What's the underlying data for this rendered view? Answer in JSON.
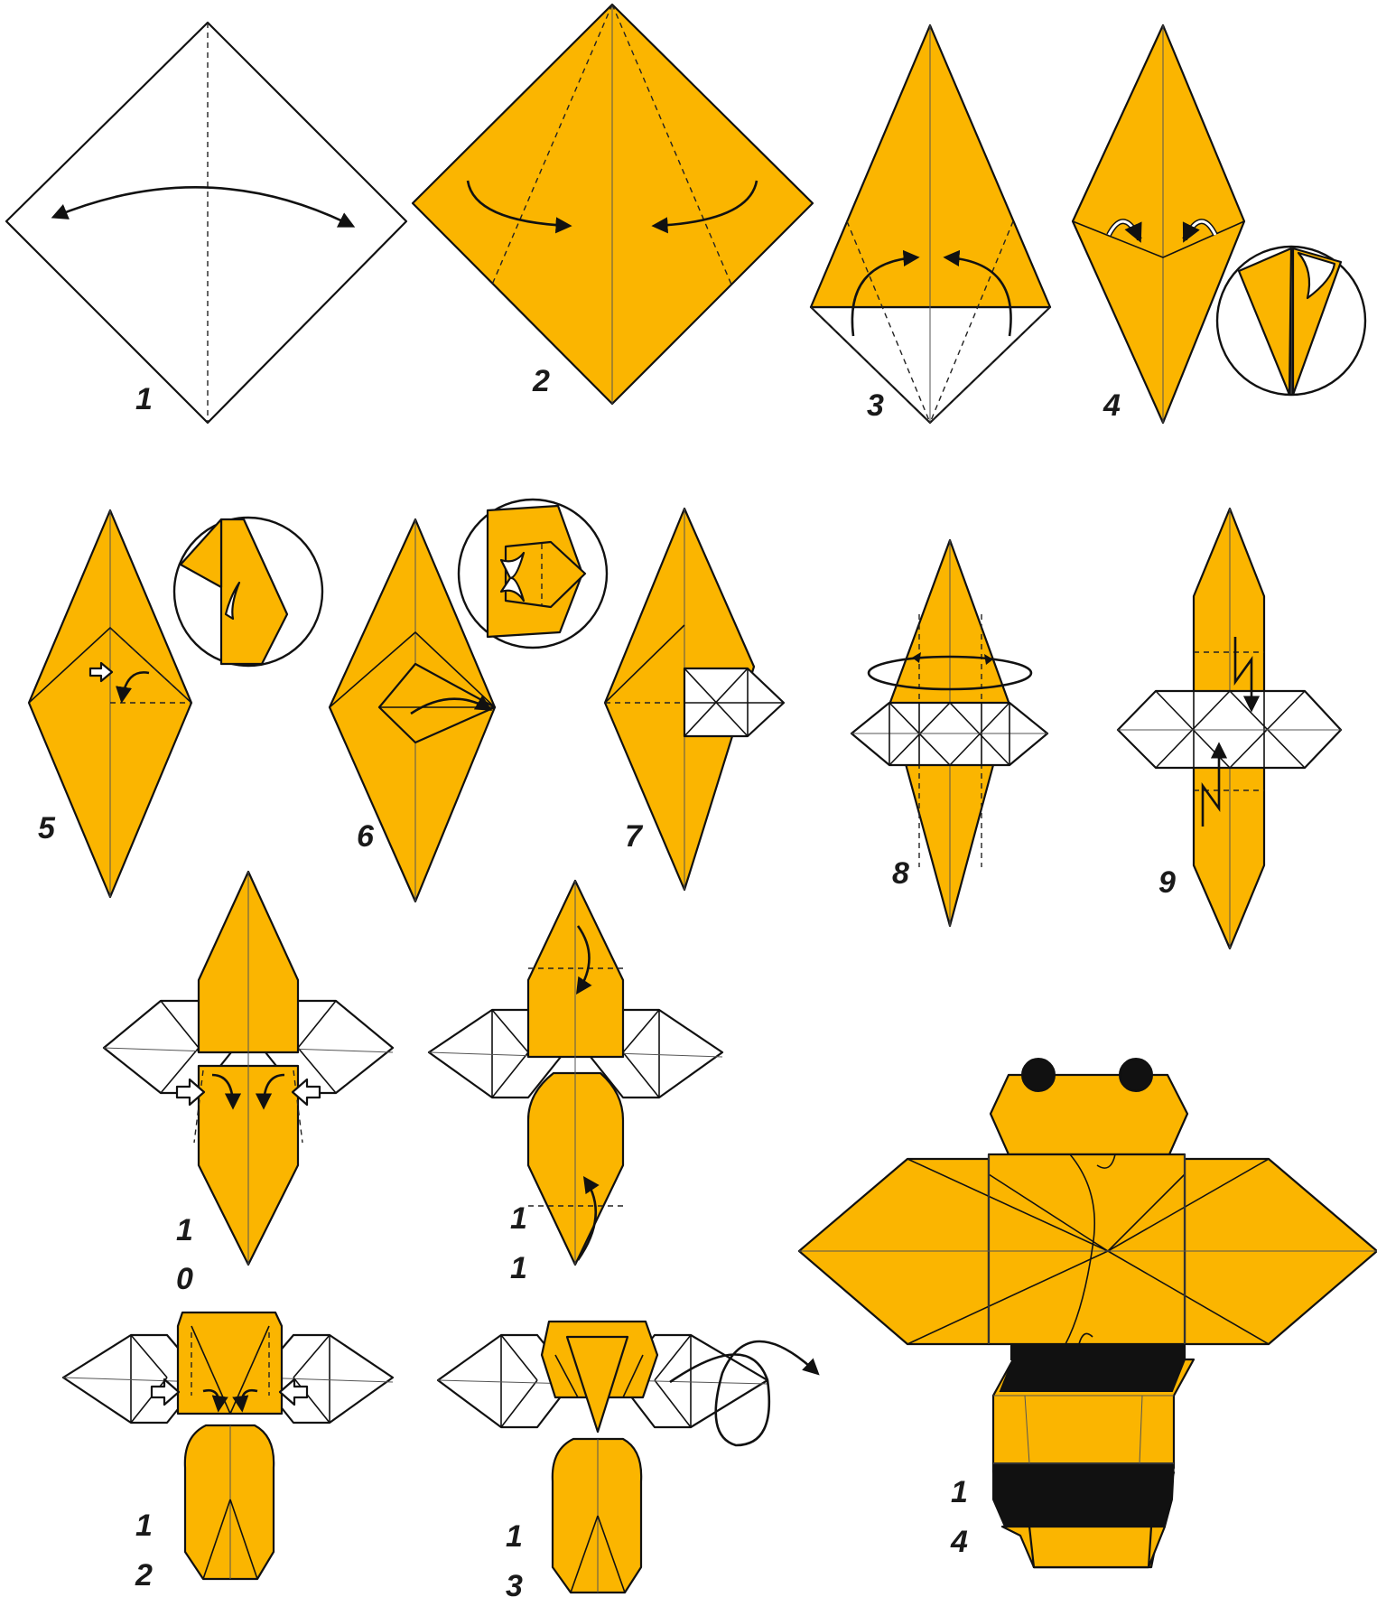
{
  "colors": {
    "paper": "#FBB500",
    "back": "#ffffff",
    "ink": "#111111"
  },
  "steps": [
    {
      "id": "step-1",
      "label": "1"
    },
    {
      "id": "step-2",
      "label": "2"
    },
    {
      "id": "step-3",
      "label": "3"
    },
    {
      "id": "step-4",
      "label": "4"
    },
    {
      "id": "step-5",
      "label": "5"
    },
    {
      "id": "step-6",
      "label": "6"
    },
    {
      "id": "step-7",
      "label": "7"
    },
    {
      "id": "step-8",
      "label": "8"
    },
    {
      "id": "step-9",
      "label": "9"
    },
    {
      "id": "step-10",
      "label_lines": [
        "1",
        "0"
      ]
    },
    {
      "id": "step-11",
      "label_lines": [
        "1",
        "1"
      ]
    },
    {
      "id": "step-12",
      "label_lines": [
        "1",
        "2"
      ]
    },
    {
      "id": "step-13",
      "label_lines": [
        "1",
        "3"
      ]
    },
    {
      "id": "step-14",
      "label_lines": [
        "1",
        "4"
      ]
    }
  ]
}
